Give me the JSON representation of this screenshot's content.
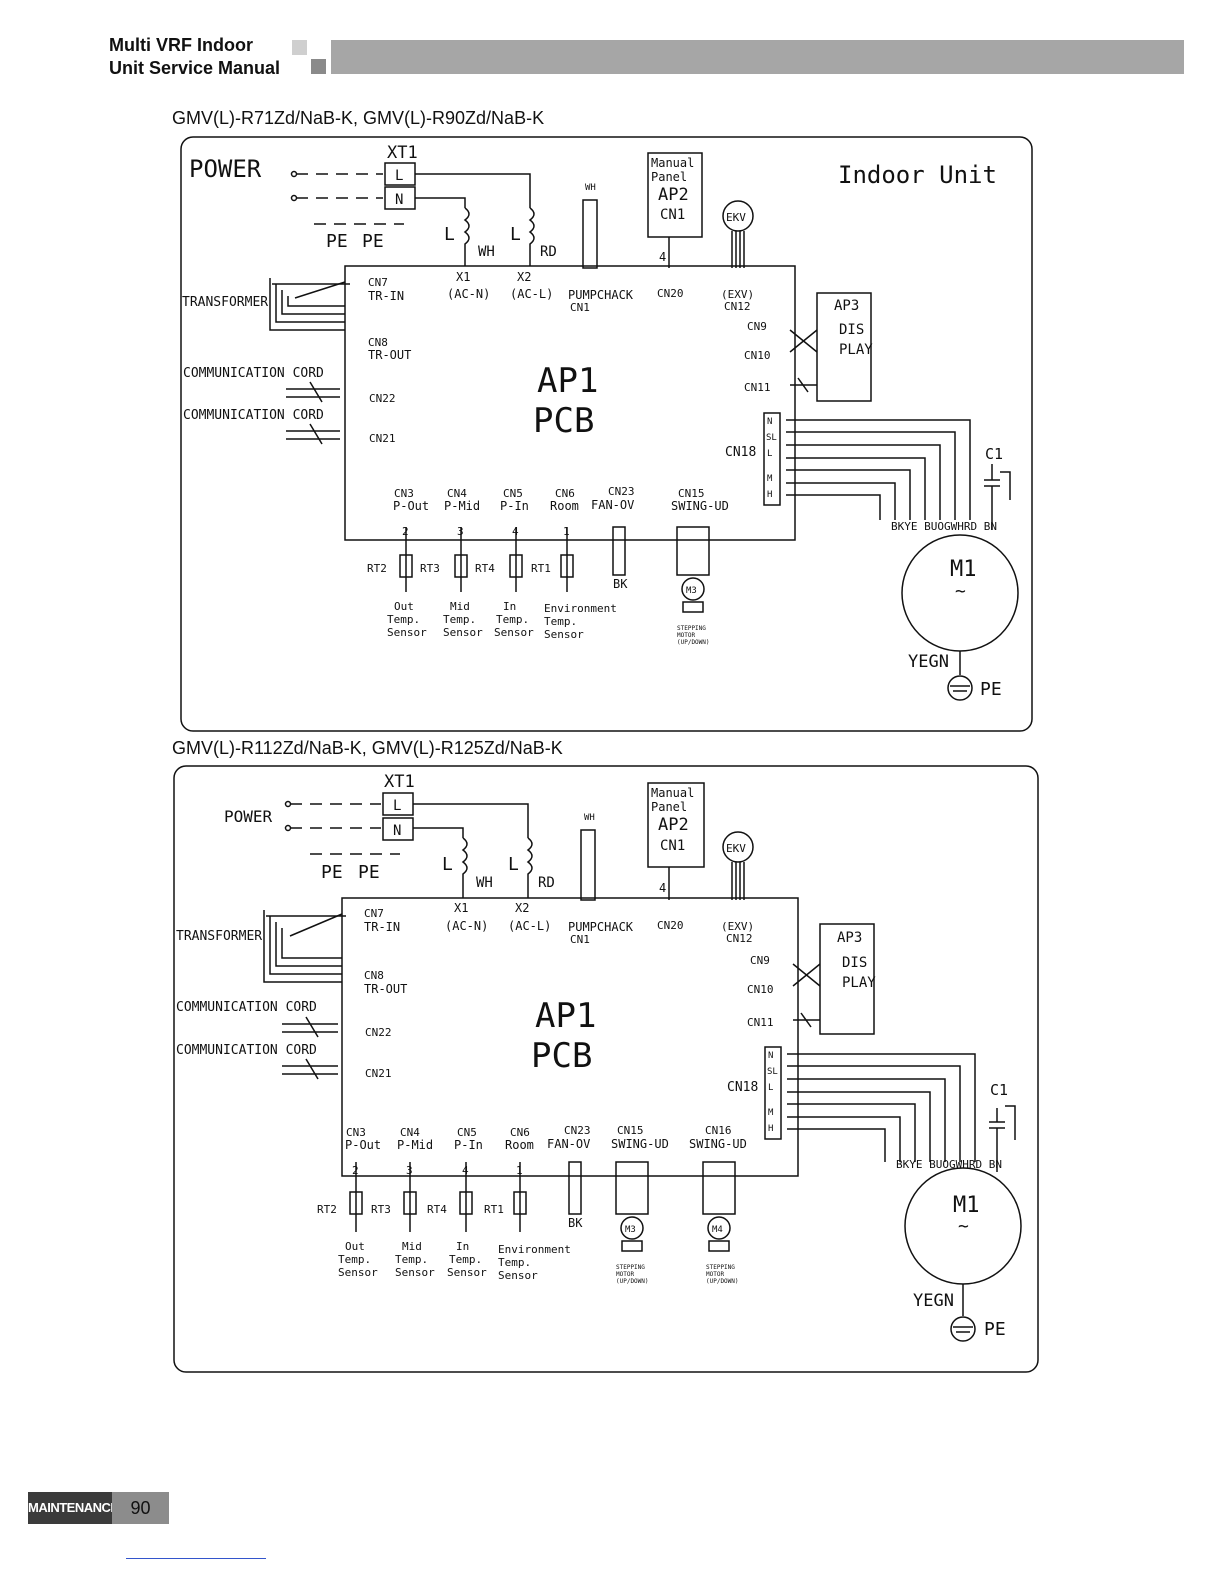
{
  "header": {
    "title_line1": "Multi VRF Indoor",
    "title_line2": "Unit Service Manual"
  },
  "diagrams": [
    {
      "model_title": "GMV(L)-R71Zd/NaB-K, GMV(L)-R90Zd/NaB-K",
      "labels": {
        "power": "POWER",
        "indoor_unit": "Indoor Unit",
        "xt1": "XT1",
        "terminal_l": "L",
        "terminal_n": "N",
        "pe_left": "PE",
        "pe_right": "PE",
        "wire_l1": "L",
        "wire_wh": "WH",
        "wire_l2": "L",
        "wire_rd": "RD",
        "pump_wh": "WH",
        "manual_panel_1": "Manual",
        "manual_panel_2": "Panel",
        "ap2": "AP2",
        "ap2_cn1": "CN1",
        "ekv": "EKV",
        "four": "4",
        "x1": "X1",
        "x1_sub": "(AC-N)",
        "x2": "X2",
        "x2_sub": "(AC-L)",
        "pumpchack": "PUMPCHACK",
        "pump_cn1": "CN1",
        "cn20": "CN20",
        "exv": "(EXV)",
        "cn12": "CN12",
        "transformer": "TRANSFORMER",
        "cn7": "CN7",
        "tr_in": "TR-IN",
        "cn8": "CN8",
        "tr_out": "TR-OUT",
        "comm1": "COMMUNICATION CORD",
        "cn22": "CN22",
        "comm2": "COMMUNICATION CORD",
        "cn21": "CN21",
        "ap1": "AP1",
        "pcb": "PCB",
        "cn9": "CN9",
        "cn10": "CN10",
        "cn11": "CN11",
        "ap3": "AP3",
        "dis": "DIS",
        "play": "PLAY",
        "cn18": "CN18",
        "fan_n": "N",
        "fan_sl": "SL",
        "fan_l": "L",
        "fan_m": "M",
        "fan_h": "H",
        "c1": "C1",
        "colors": "BKYE BUOGWHRD BN",
        "m1": "M1",
        "tilde": "~",
        "yegn": "YEGN",
        "pe_motor": "PE",
        "cn3": "CN3",
        "p_out": "P-Out",
        "cn4": "CN4",
        "p_mid": "P-Mid",
        "cn5": "CN5",
        "p_in": "P-In",
        "cn6": "CN6",
        "room": "Room",
        "cn23": "CN23",
        "fan_ov": "FAN-OV",
        "cn15": "CN15",
        "swing_ud": "SWING-UD",
        "pin2": "2",
        "pin3": "3",
        "pin4": "4",
        "pin1": "1",
        "rt2": "RT2",
        "rt3": "RT3",
        "rt4": "RT4",
        "rt1": "RT1",
        "bk": "BK",
        "m3": "M3",
        "out1": "Out",
        "out2": "Temp.",
        "out3": "Sensor",
        "mid1": "Mid",
        "mid2": "Temp.",
        "mid3": "Sensor",
        "in1": "In",
        "in2": "Temp.",
        "in3": "Sensor",
        "env1": "Environment",
        "env2": "Temp.",
        "env3": "Sensor",
        "step1": "STEPPING",
        "step2": "MOTOR",
        "step3": "(UP/DOWN)"
      }
    },
    {
      "model_title": "GMV(L)-R112Zd/NaB-K, GMV(L)-R125Zd/NaB-K",
      "labels": {
        "power": "POWER",
        "xt1": "XT1",
        "terminal_l": "L",
        "terminal_n": "N",
        "pe_left": "PE",
        "pe_right": "PE",
        "wire_l1": "L",
        "wire_wh": "WH",
        "wire_l2": "L",
        "wire_rd": "RD",
        "pump_wh": "WH",
        "manual_panel_1": "Manual",
        "manual_panel_2": "Panel",
        "ap2": "AP2",
        "ap2_cn1": "CN1",
        "ekv": "EKV",
        "four": "4",
        "x1": "X1",
        "x1_sub": "(AC-N)",
        "x2": "X2",
        "x2_sub": "(AC-L)",
        "pumpchack": "PUMPCHACK",
        "pump_cn1": "CN1",
        "cn20": "CN20",
        "exv": "(EXV)",
        "cn12": "CN12",
        "transformer": "TRANSFORMER",
        "cn7": "CN7",
        "tr_in": "TR-IN",
        "cn8": "CN8",
        "tr_out": "TR-OUT",
        "comm1": "COMMUNICATION CORD",
        "cn22": "CN22",
        "comm2": "COMMUNICATION CORD",
        "cn21": "CN21",
        "ap1": "AP1",
        "pcb": "PCB",
        "cn9": "CN9",
        "cn10": "CN10",
        "cn11": "CN11",
        "ap3": "AP3",
        "dis": "DIS",
        "play": "PLAY",
        "cn18": "CN18",
        "fan_n": "N",
        "fan_sl": "SL",
        "fan_l": "L",
        "fan_m": "M",
        "fan_h": "H",
        "c1": "C1",
        "colors": "BKYE BUOGWHRD BN",
        "m1": "M1",
        "tilde": "~",
        "yegn": "YEGN",
        "pe_motor": "PE",
        "cn3": "CN3",
        "p_out": "P-Out",
        "cn4": "CN4",
        "p_mid": "P-Mid",
        "cn5": "CN5",
        "p_in": "P-In",
        "cn6": "CN6",
        "room": "Room",
        "cn23": "CN23",
        "fan_ov": "FAN-OV",
        "cn15": "CN15",
        "swing_ud": "SWING-UD",
        "cn16": "CN16",
        "swing_ud2": "SWING-UD",
        "pin2": "2",
        "pin3": "3",
        "pin4": "4",
        "pin1": "1",
        "rt2": "RT2",
        "rt3": "RT3",
        "rt4": "RT4",
        "rt1": "RT1",
        "bk": "BK",
        "m3": "M3",
        "m4": "M4",
        "out1": "Out",
        "out2": "Temp.",
        "out3": "Sensor",
        "mid1": "Mid",
        "mid2": "Temp.",
        "mid3": "Sensor",
        "in1": "In",
        "in2": "Temp.",
        "in3": "Sensor",
        "env1": "Environment",
        "env2": "Temp.",
        "env3": "Sensor",
        "step1": "STEPPING",
        "step2": "MOTOR",
        "step3": "(UP/DOWN)",
        "step4": "STEPPING",
        "step5": "MOTOR",
        "step6": "(UP/DOWN)"
      }
    }
  ],
  "footer": {
    "section": "MAINTENANCE",
    "page_number": "90"
  }
}
